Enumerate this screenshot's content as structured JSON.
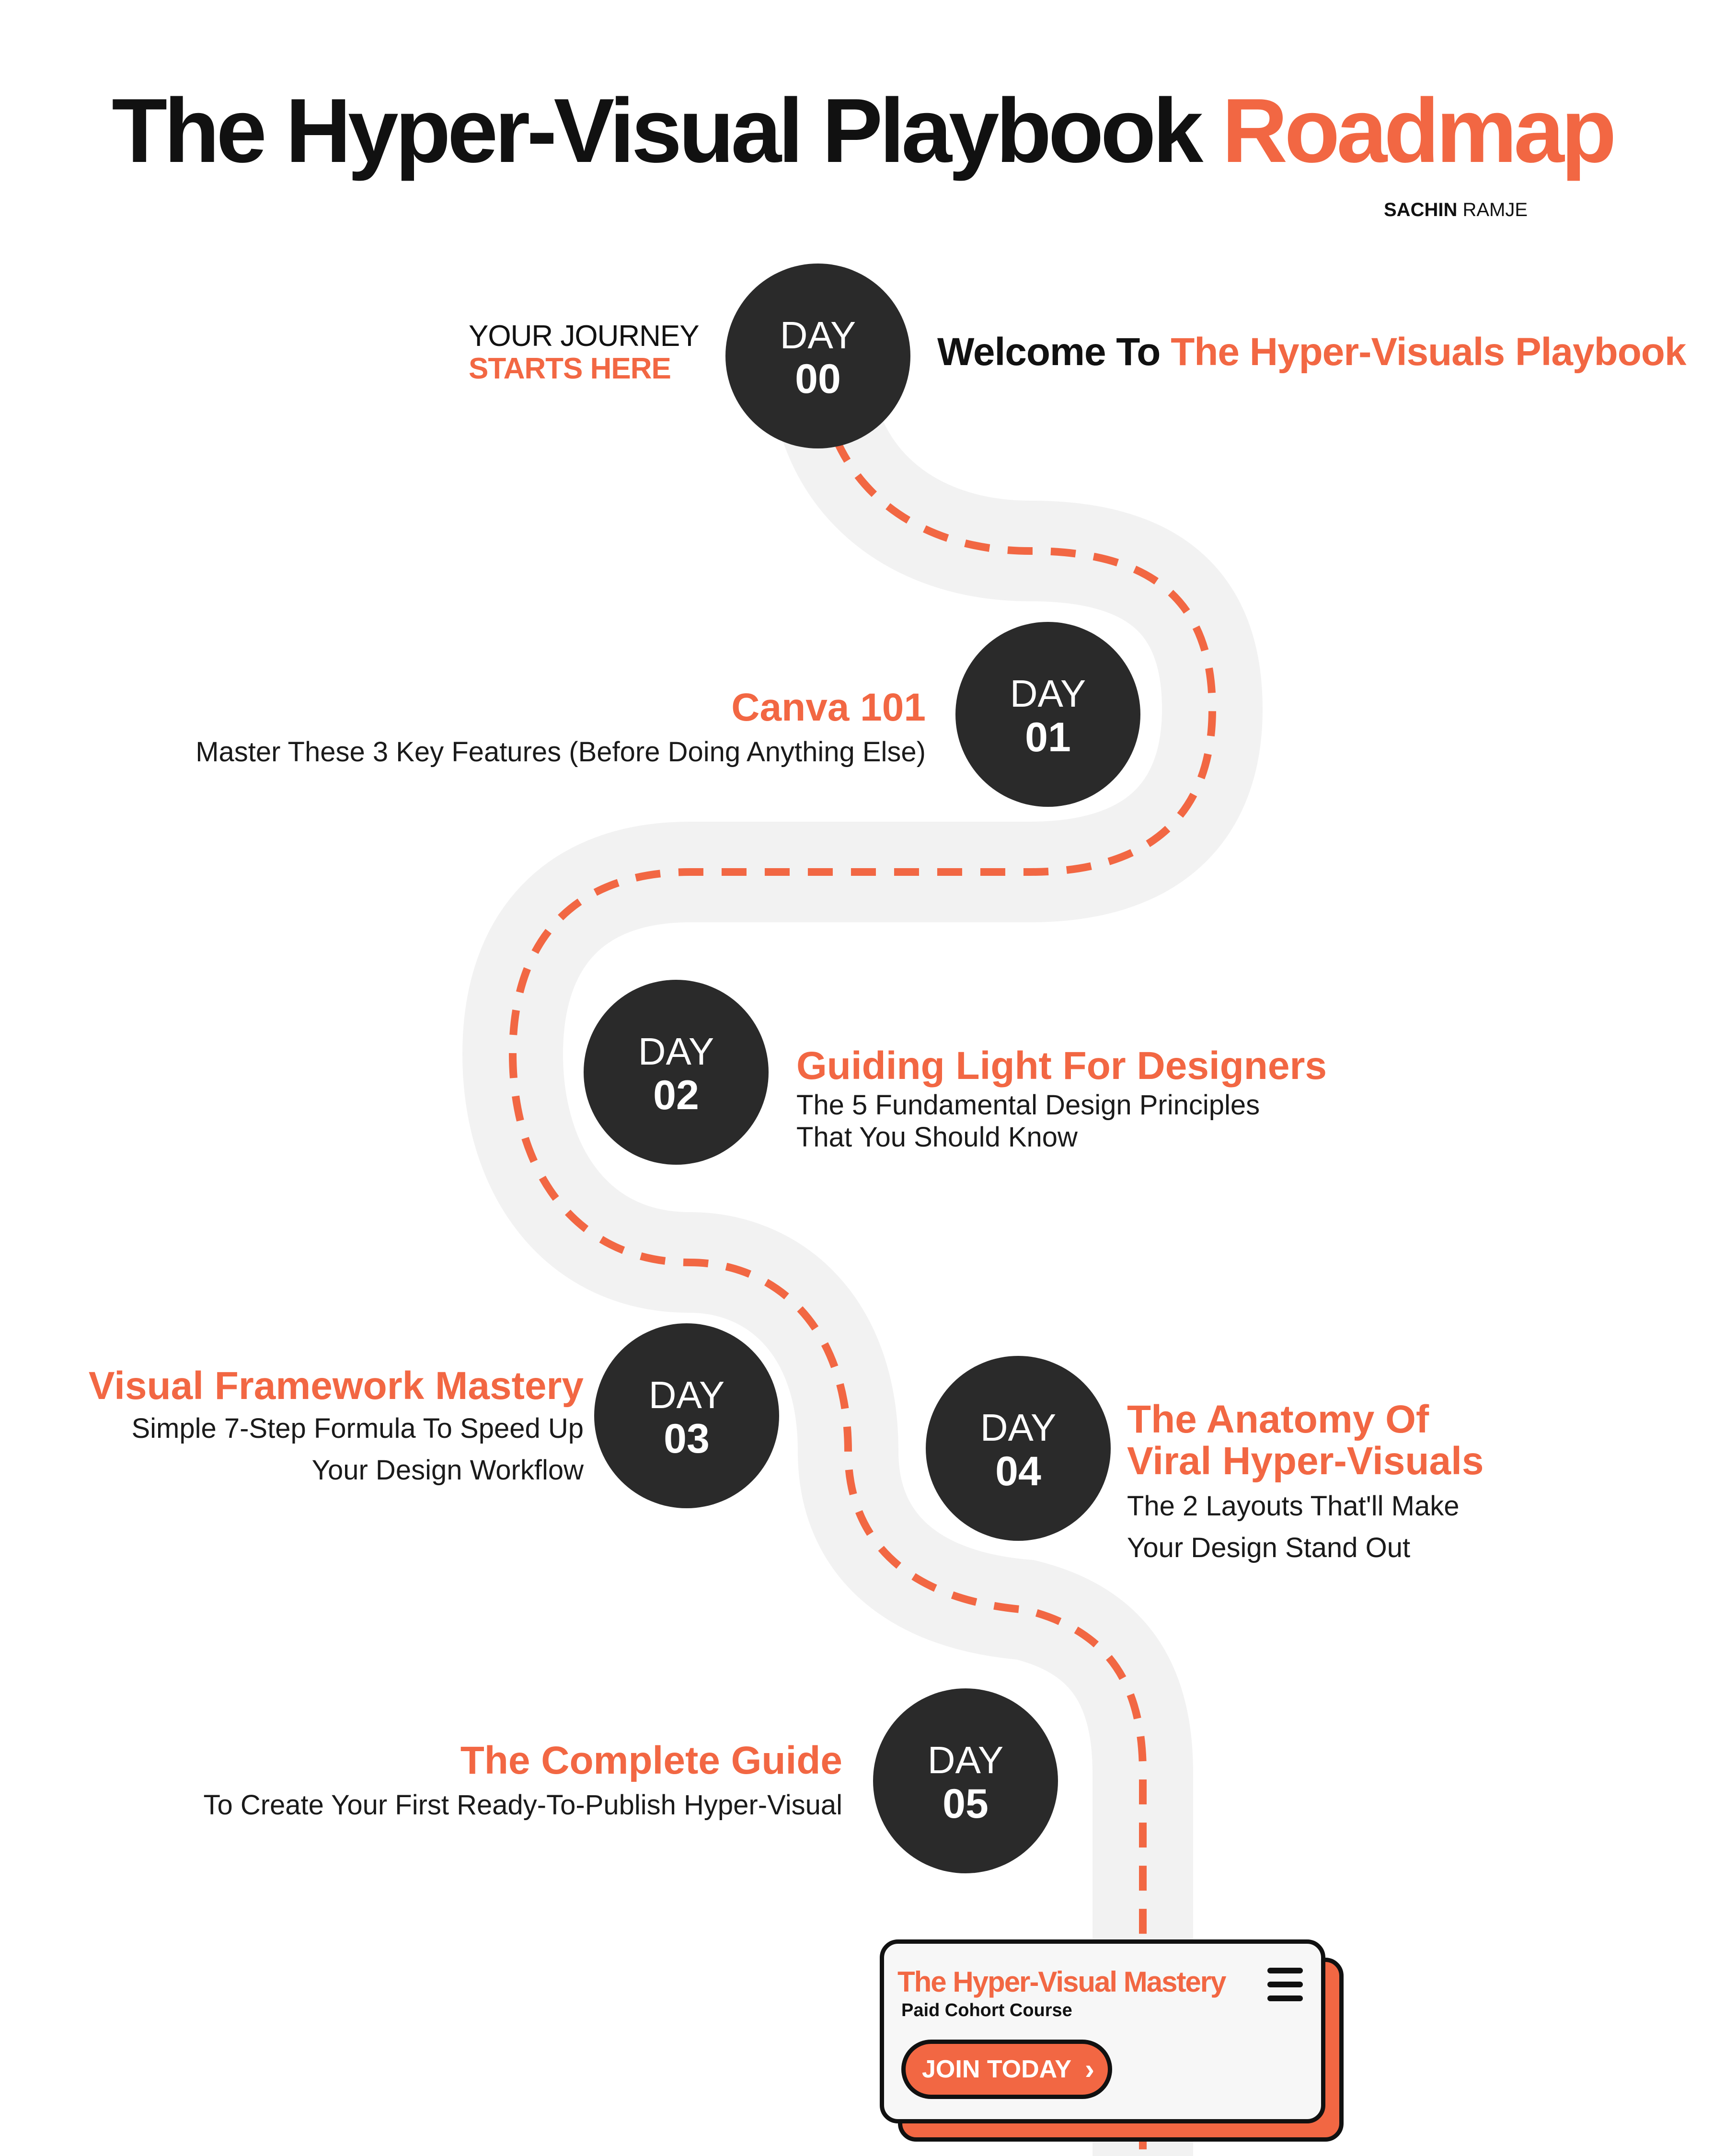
{
  "header": {
    "title_main": "The Hyper-Visual Playbook",
    "title_accent": "Roadmap",
    "author_first": "SACHIN",
    "author_last": "RAMJE"
  },
  "colors": {
    "accent": "#f26743",
    "dark": "#2a2a2a",
    "road": "#f2f2f2",
    "text": "#111111"
  },
  "start": {
    "line1": "YOUR JOURNEY",
    "line2": "STARTS HERE"
  },
  "steps": [
    {
      "day_label": "DAY",
      "day_number": "00",
      "title_black": "Welcome To",
      "title": "The Hyper-Visuals Playbook"
    },
    {
      "day_label": "DAY",
      "day_number": "01",
      "title": "Canva 101",
      "subtitle_line1": "Master These 3 Key Features (Before Doing Anything Else)"
    },
    {
      "day_label": "DAY",
      "day_number": "02",
      "title": "Guiding Light For Designers",
      "subtitle_line1": "The 5 Fundamental Design Principles",
      "subtitle_line2": "That You Should Know"
    },
    {
      "day_label": "DAY",
      "day_number": "03",
      "title": "Visual Framework Mastery",
      "subtitle_line1": "Simple 7-Step Formula To Speed Up",
      "subtitle_line2": "Your Design Workflow"
    },
    {
      "day_label": "DAY",
      "day_number": "04",
      "title_line1": "The Anatomy Of",
      "title_line2": "Viral Hyper-Visuals",
      "subtitle_line1": "The 2 Layouts That'll Make",
      "subtitle_line2": "Your Design Stand Out"
    },
    {
      "day_label": "DAY",
      "day_number": "05",
      "title": "The Complete Guide",
      "subtitle_line1": "To Create Your First Ready-To-Publish Hyper-Visual"
    }
  ],
  "cta": {
    "title": "The Hyper-Visual Mastery",
    "subtitle": "Paid Cohort Course",
    "button_label": "JOIN TODAY",
    "button_icon": "chevron-right-icon",
    "menu_icon": "hamburger-menu-icon"
  }
}
